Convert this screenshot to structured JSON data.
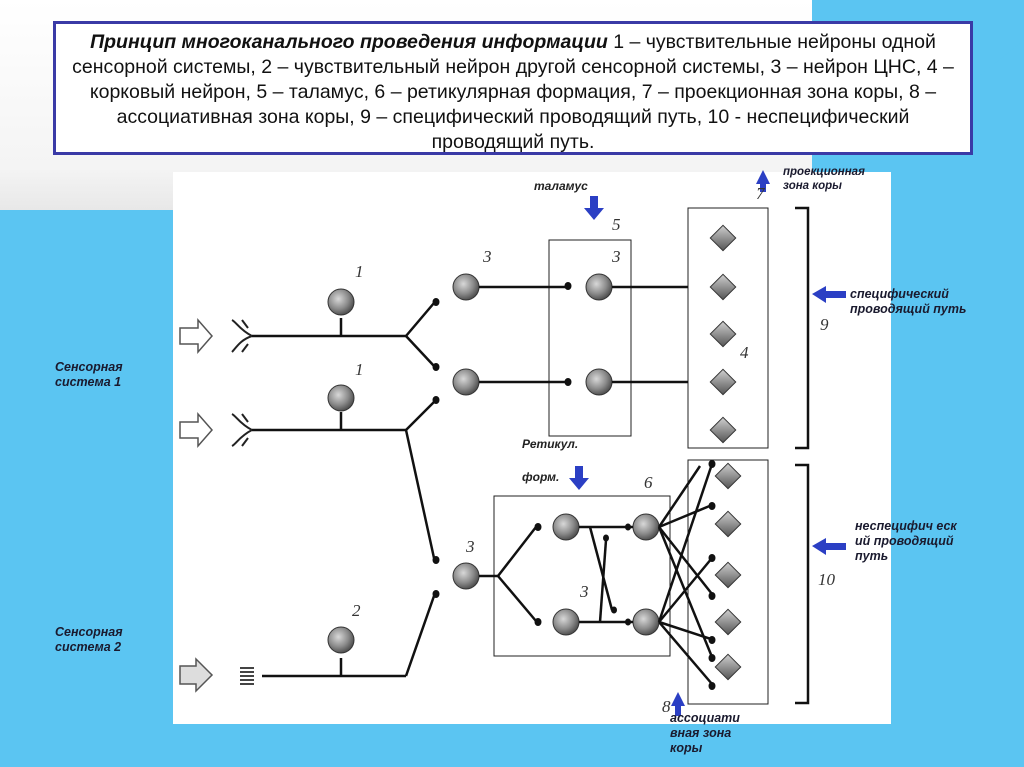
{
  "title": {
    "bold_part": "Принцип многоканального проведения информации",
    "rest": " 1 – чувствительные нейроны одной сенсорной системы, 2 – чувствительный нейрон другой сенсорной системы, 3 – нейрон ЦНС, 4 – корковый нейрон, 5 – таламус, 6 – ретикулярная формация, 7 – проекционная зона коры, 8 – ассоциативная зона коры, 9 – специфический проводящий путь, 10 - неспецифический проводящий путь."
  },
  "left_labels": {
    "sensory1": "Сенсорная система 1",
    "sensory2": "Сенсорная система 2"
  },
  "annotations": {
    "thalamus": "таламус",
    "retic": "Ретикул.",
    "retic2": "форм.",
    "projection_zone": "проекционная зона коры",
    "specific_path": "специфический проводящий путь",
    "nonspecific_path": "неспецифич еский проводящий путь",
    "assoc_zone": "ассоциати вная зона коры"
  },
  "numbers": {
    "n1a": "1",
    "n1b": "1",
    "n2": "2",
    "n3a": "3",
    "n3b": "3",
    "n3c": "3",
    "n3d": "3",
    "n4": "4",
    "n5": "5",
    "n6": "6",
    "n7": "7",
    "n8": "8",
    "n9": "9",
    "n10": "10"
  },
  "colors": {
    "frame": "#3a3aa6",
    "arrow": "#2b3fc4",
    "background": "#5bc5f2"
  }
}
